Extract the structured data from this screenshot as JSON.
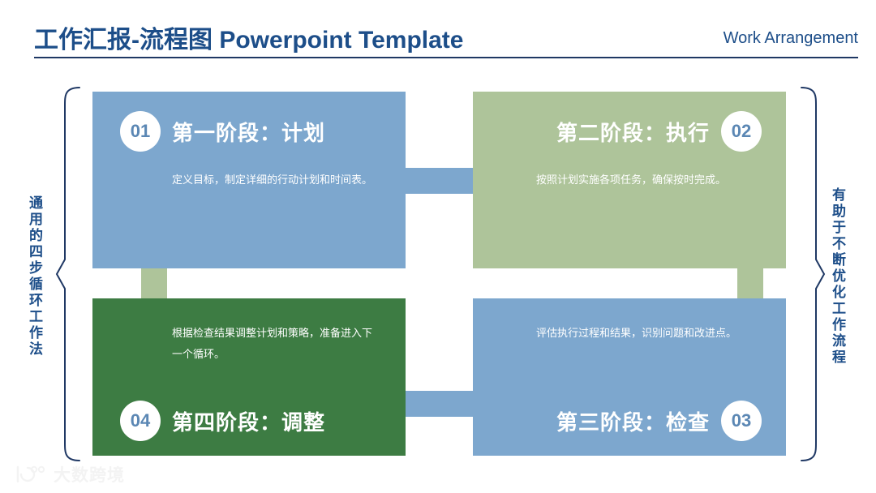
{
  "header": {
    "title": "工作汇报-流程图 Powerpoint Template",
    "subtitle": "Work Arrangement"
  },
  "side_labels": {
    "left": "通用的四步循环工作法",
    "right": "有助于不断优化工作流程"
  },
  "cards": [
    {
      "number": "01",
      "title": "第一阶段：计划",
      "body": "定义目标，制定详细的行动计划和时间表。",
      "color": "#7da7ce"
    },
    {
      "number": "02",
      "title": "第二阶段：执行",
      "body": "按照计划实施各项任务，确保按时完成。",
      "color": "#aec49a"
    },
    {
      "number": "03",
      "title": "第三阶段：检查",
      "body": "评估执行过程和结果，识别问题和改进点。",
      "color": "#7da7ce"
    },
    {
      "number": "04",
      "title": "第四阶段：调整",
      "body": "根据检查结果调整计划和策略，准备进入下一个循环。",
      "color": "#3d7c43"
    }
  ],
  "arrows": [
    {
      "name": "arrow-1-to-2",
      "direction": "right",
      "color": "#7da7ce"
    },
    {
      "name": "arrow-2-to-3",
      "direction": "down",
      "color": "#aec49a"
    },
    {
      "name": "arrow-3-to-4",
      "direction": "left",
      "color": "#7da7ce"
    },
    {
      "name": "arrow-4-to-1",
      "direction": "up",
      "color": "#aec49a"
    }
  ],
  "colors": {
    "brand_navy": "#1d4e89",
    "rule": "#1f3864",
    "blue": "#7da7ce",
    "sage": "#aec49a",
    "dark_green": "#3d7c43",
    "badge_text": "#5b87b4"
  },
  "watermark": {
    "text": "大数跨境",
    "icon": "logo-mark-icon"
  }
}
